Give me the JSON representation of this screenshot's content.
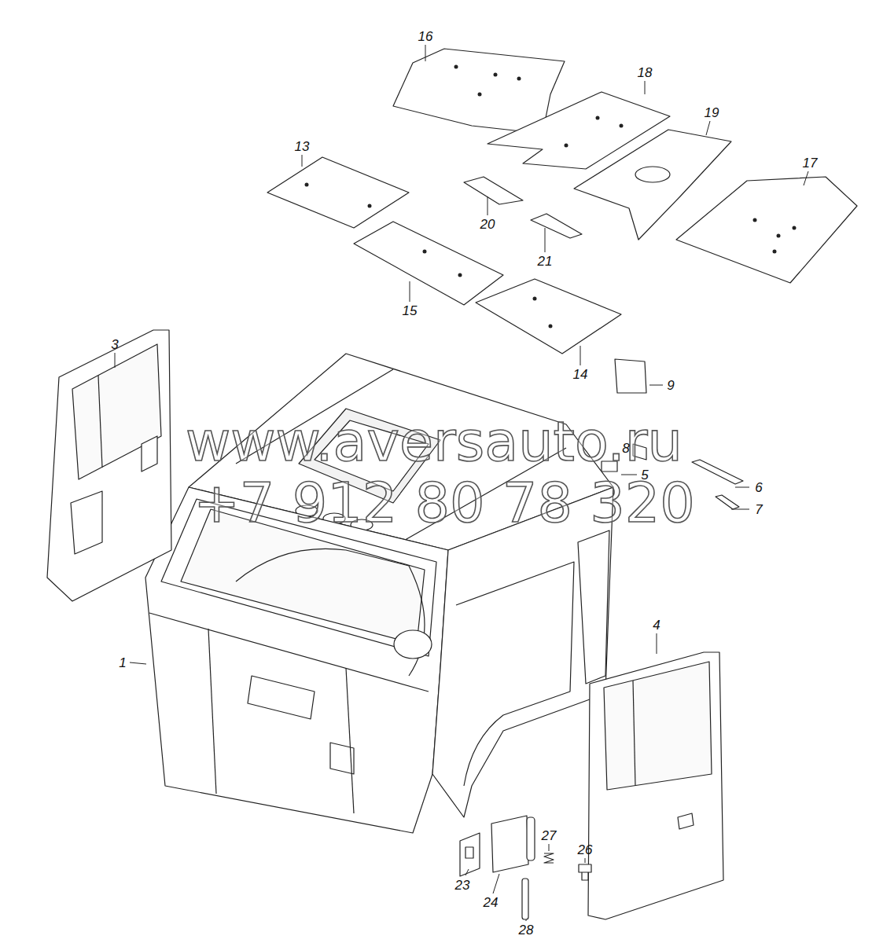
{
  "diagram": {
    "labels": [
      "16",
      "18",
      "19",
      "13",
      "17",
      "20",
      "21",
      "15",
      "14",
      "9",
      "3",
      "www.aversauto.ru",
      "8",
      "5",
      "6",
      "+7 912 80 78 320",
      "7",
      "1",
      "4",
      "27",
      "26",
      "23",
      "24",
      "28"
    ]
  }
}
